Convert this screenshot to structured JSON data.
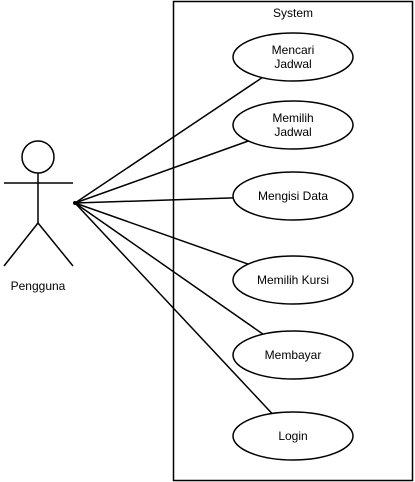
{
  "system": {
    "label": "System"
  },
  "actor": {
    "name": "Pengguna"
  },
  "use_cases": [
    {
      "lines": [
        "Mencari",
        "Jadwal"
      ]
    },
    {
      "lines": [
        "Memilih",
        "Jadwal"
      ]
    },
    {
      "lines": [
        "Mengisi Data"
      ]
    },
    {
      "lines": [
        "Memilih Kursi"
      ]
    },
    {
      "lines": [
        "Membayar"
      ]
    },
    {
      "lines": [
        "Login"
      ]
    }
  ],
  "colors": {
    "stroke": "#000000",
    "fill": "#ffffff"
  }
}
